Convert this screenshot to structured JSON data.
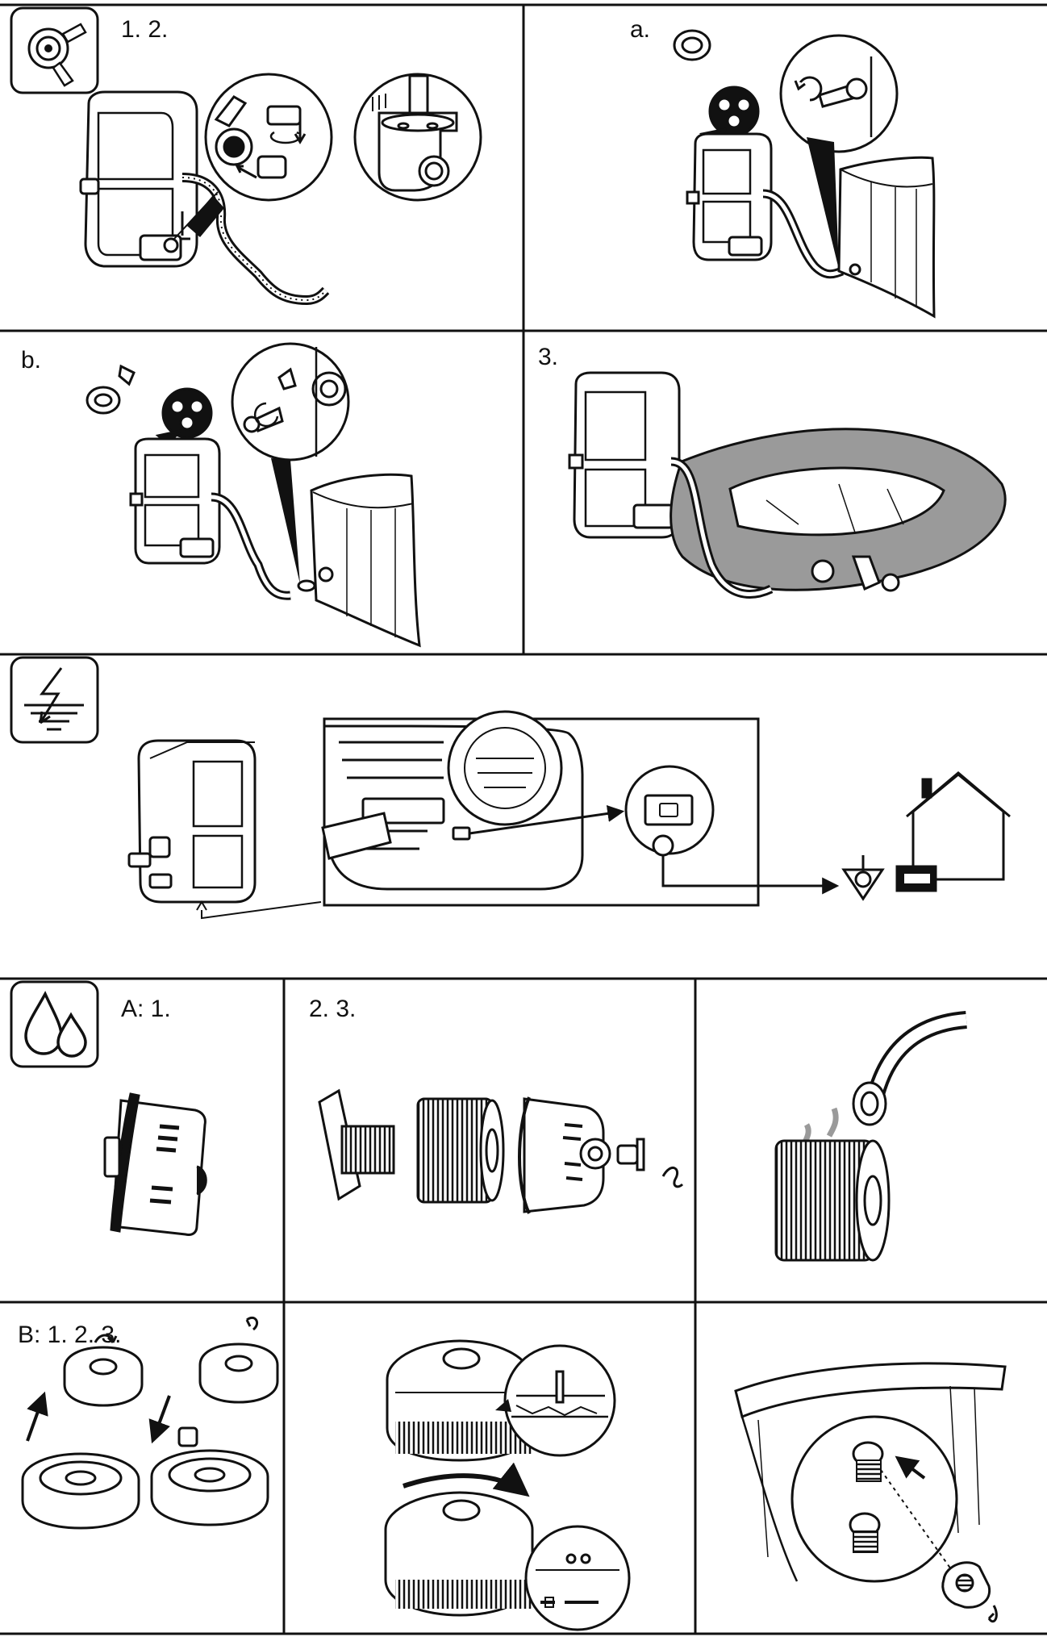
{
  "labels": {
    "step_1_2": "1. 2.",
    "step_a": "a.",
    "step_b": "b.",
    "step_3": "3.",
    "step_A1": "A: 1.",
    "step_2_3": "2. 3.",
    "step_B123": "B: 1. 2. 3."
  },
  "icons": {
    "connect": "hose-connector-icon",
    "electrical": "grounding-electric-icon",
    "water": "water-drops-icon"
  },
  "colors": {
    "ink": "#111111",
    "shade": "#9a9a9a",
    "dark_fill": "#1a1a1a",
    "paper": "#ffffff"
  }
}
